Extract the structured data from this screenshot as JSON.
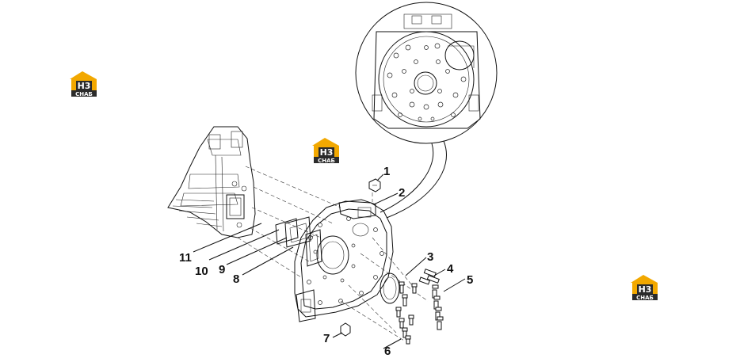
{
  "logos": [
    {
      "text_top": "H3",
      "text_bottom": "CHAБ"
    },
    {
      "text_top": "H3",
      "text_bottom": "CHAБ"
    },
    {
      "text_top": "H3",
      "text_bottom": "CHAБ"
    }
  ],
  "colors": {
    "logo_accent": "#f2a800",
    "logo_dark": "#2b2b2b",
    "line": "#111111"
  },
  "callouts": [
    "1",
    "2",
    "3",
    "4",
    "5",
    "6",
    "7",
    "8",
    "9",
    "10",
    "11"
  ]
}
